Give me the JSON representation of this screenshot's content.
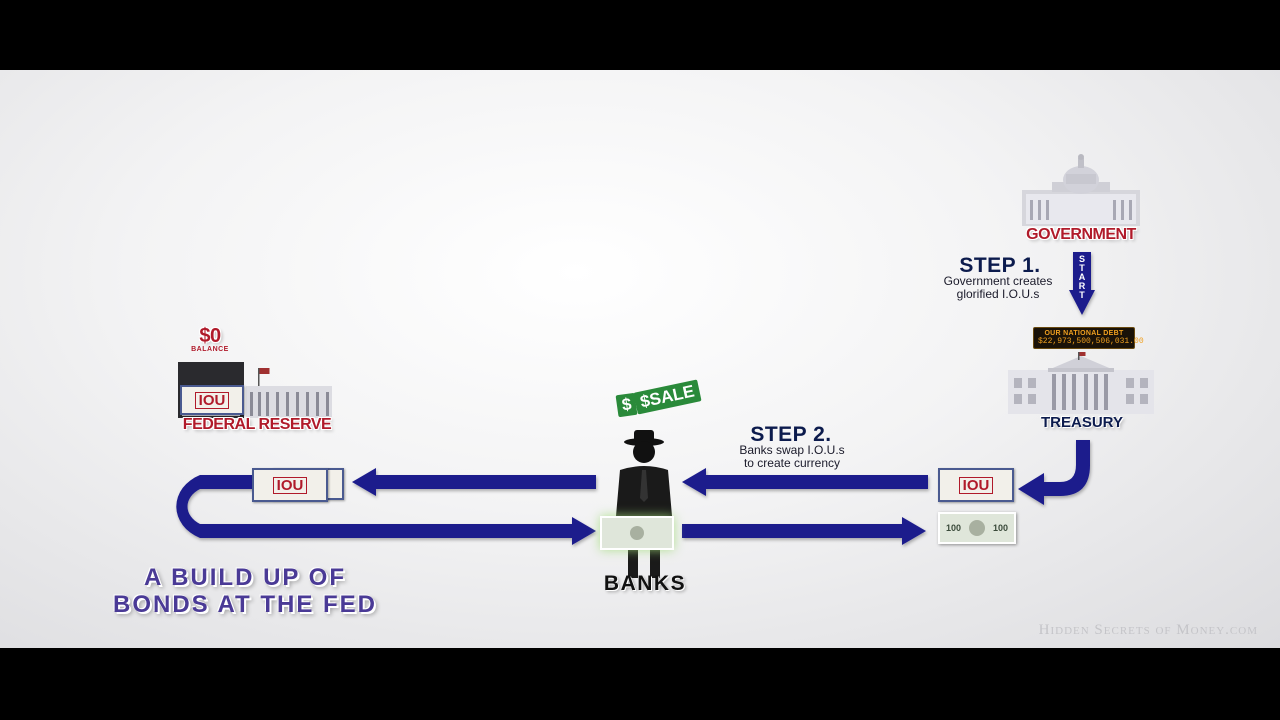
{
  "nodes": {
    "government": {
      "label": "GOVERNMENT"
    },
    "treasury": {
      "label": "TREASURY",
      "debt_board_title": "OUR NATIONAL DEBT",
      "debt_amount": "$22,973,500,506,031.00"
    },
    "federal_reserve": {
      "label": "FEDERAL RESERVE",
      "balance_value": "$0",
      "balance_label": "BALANCE",
      "iou_text": "IOU"
    },
    "banks": {
      "label": "BANKS",
      "sale_text": "SALE",
      "dollar_sign": "$"
    }
  },
  "steps": {
    "step1": {
      "title": "STEP 1.",
      "description_line1": "Government creates",
      "description_line2": "glorified I.O.U.s",
      "start_label": "START"
    },
    "step2": {
      "title": "STEP 2.",
      "description_line1": "Banks swap I.O.U.s",
      "description_line2": "to create currency"
    }
  },
  "notes": {
    "iou_text": "IOU",
    "dollar_value": "100"
  },
  "caption": {
    "line1": "A BUILD UP OF",
    "line2": "BONDS AT THE FED"
  },
  "watermark": "Hidden Secrets of Money.com",
  "colors": {
    "arrow": "#1a1a8c",
    "label_red": "#b01a2a",
    "label_navy": "#0c1b4d",
    "caption_purple": "#4a3a96",
    "sale_green": "#2a8a3a"
  }
}
